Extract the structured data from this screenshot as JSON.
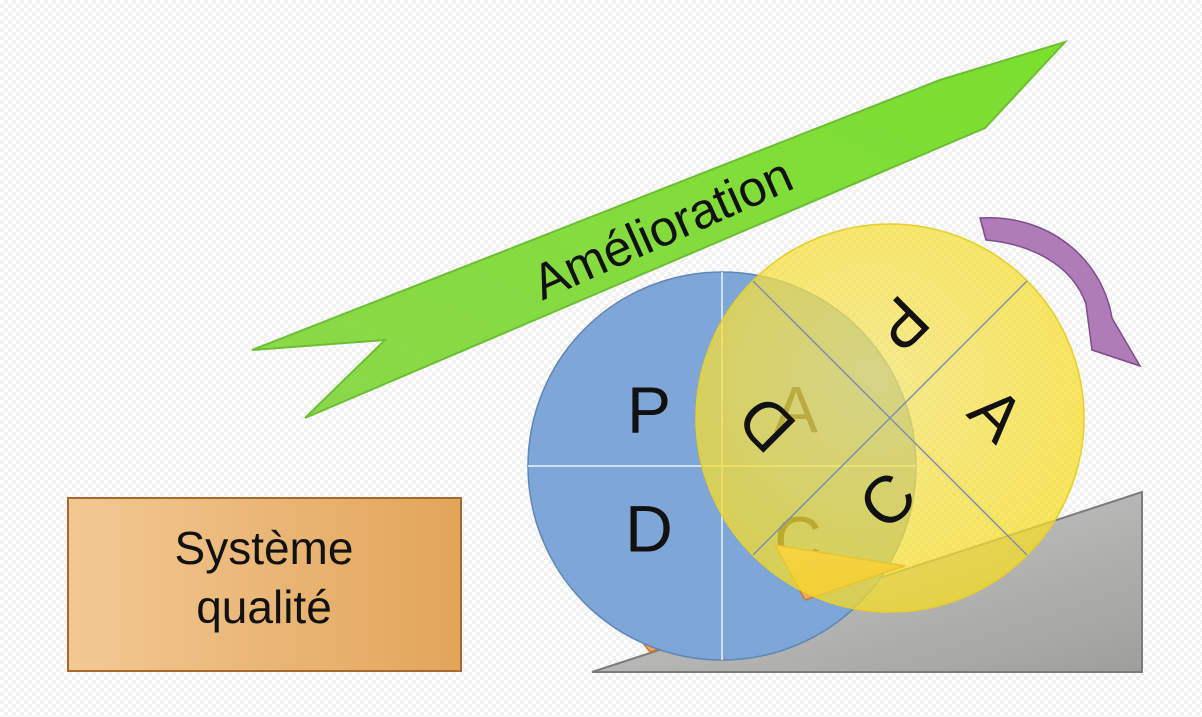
{
  "diagram": {
    "arrow_label": "Amélioration",
    "system_box_label_line1": "Système",
    "system_box_label_line2": "qualité",
    "back_wheel": {
      "letters": [
        "P",
        "A",
        "D",
        "C"
      ]
    },
    "front_wheel": {
      "letters": [
        "P",
        "A",
        "C",
        "D"
      ]
    }
  },
  "colors": {
    "arrow_green": "#7ed63a",
    "arrow_edge": "#5aa828",
    "box_orange": "#e6a95a",
    "box_edge": "#a0662a",
    "wedge_orange": "#f2a65a",
    "back_wheel_blue": "#7ea6d6",
    "front_wheel_yellow": "#f5e13a",
    "ramp_gray": "#bfbfbf",
    "rotation_arrow_purple": "#b07cb8"
  }
}
